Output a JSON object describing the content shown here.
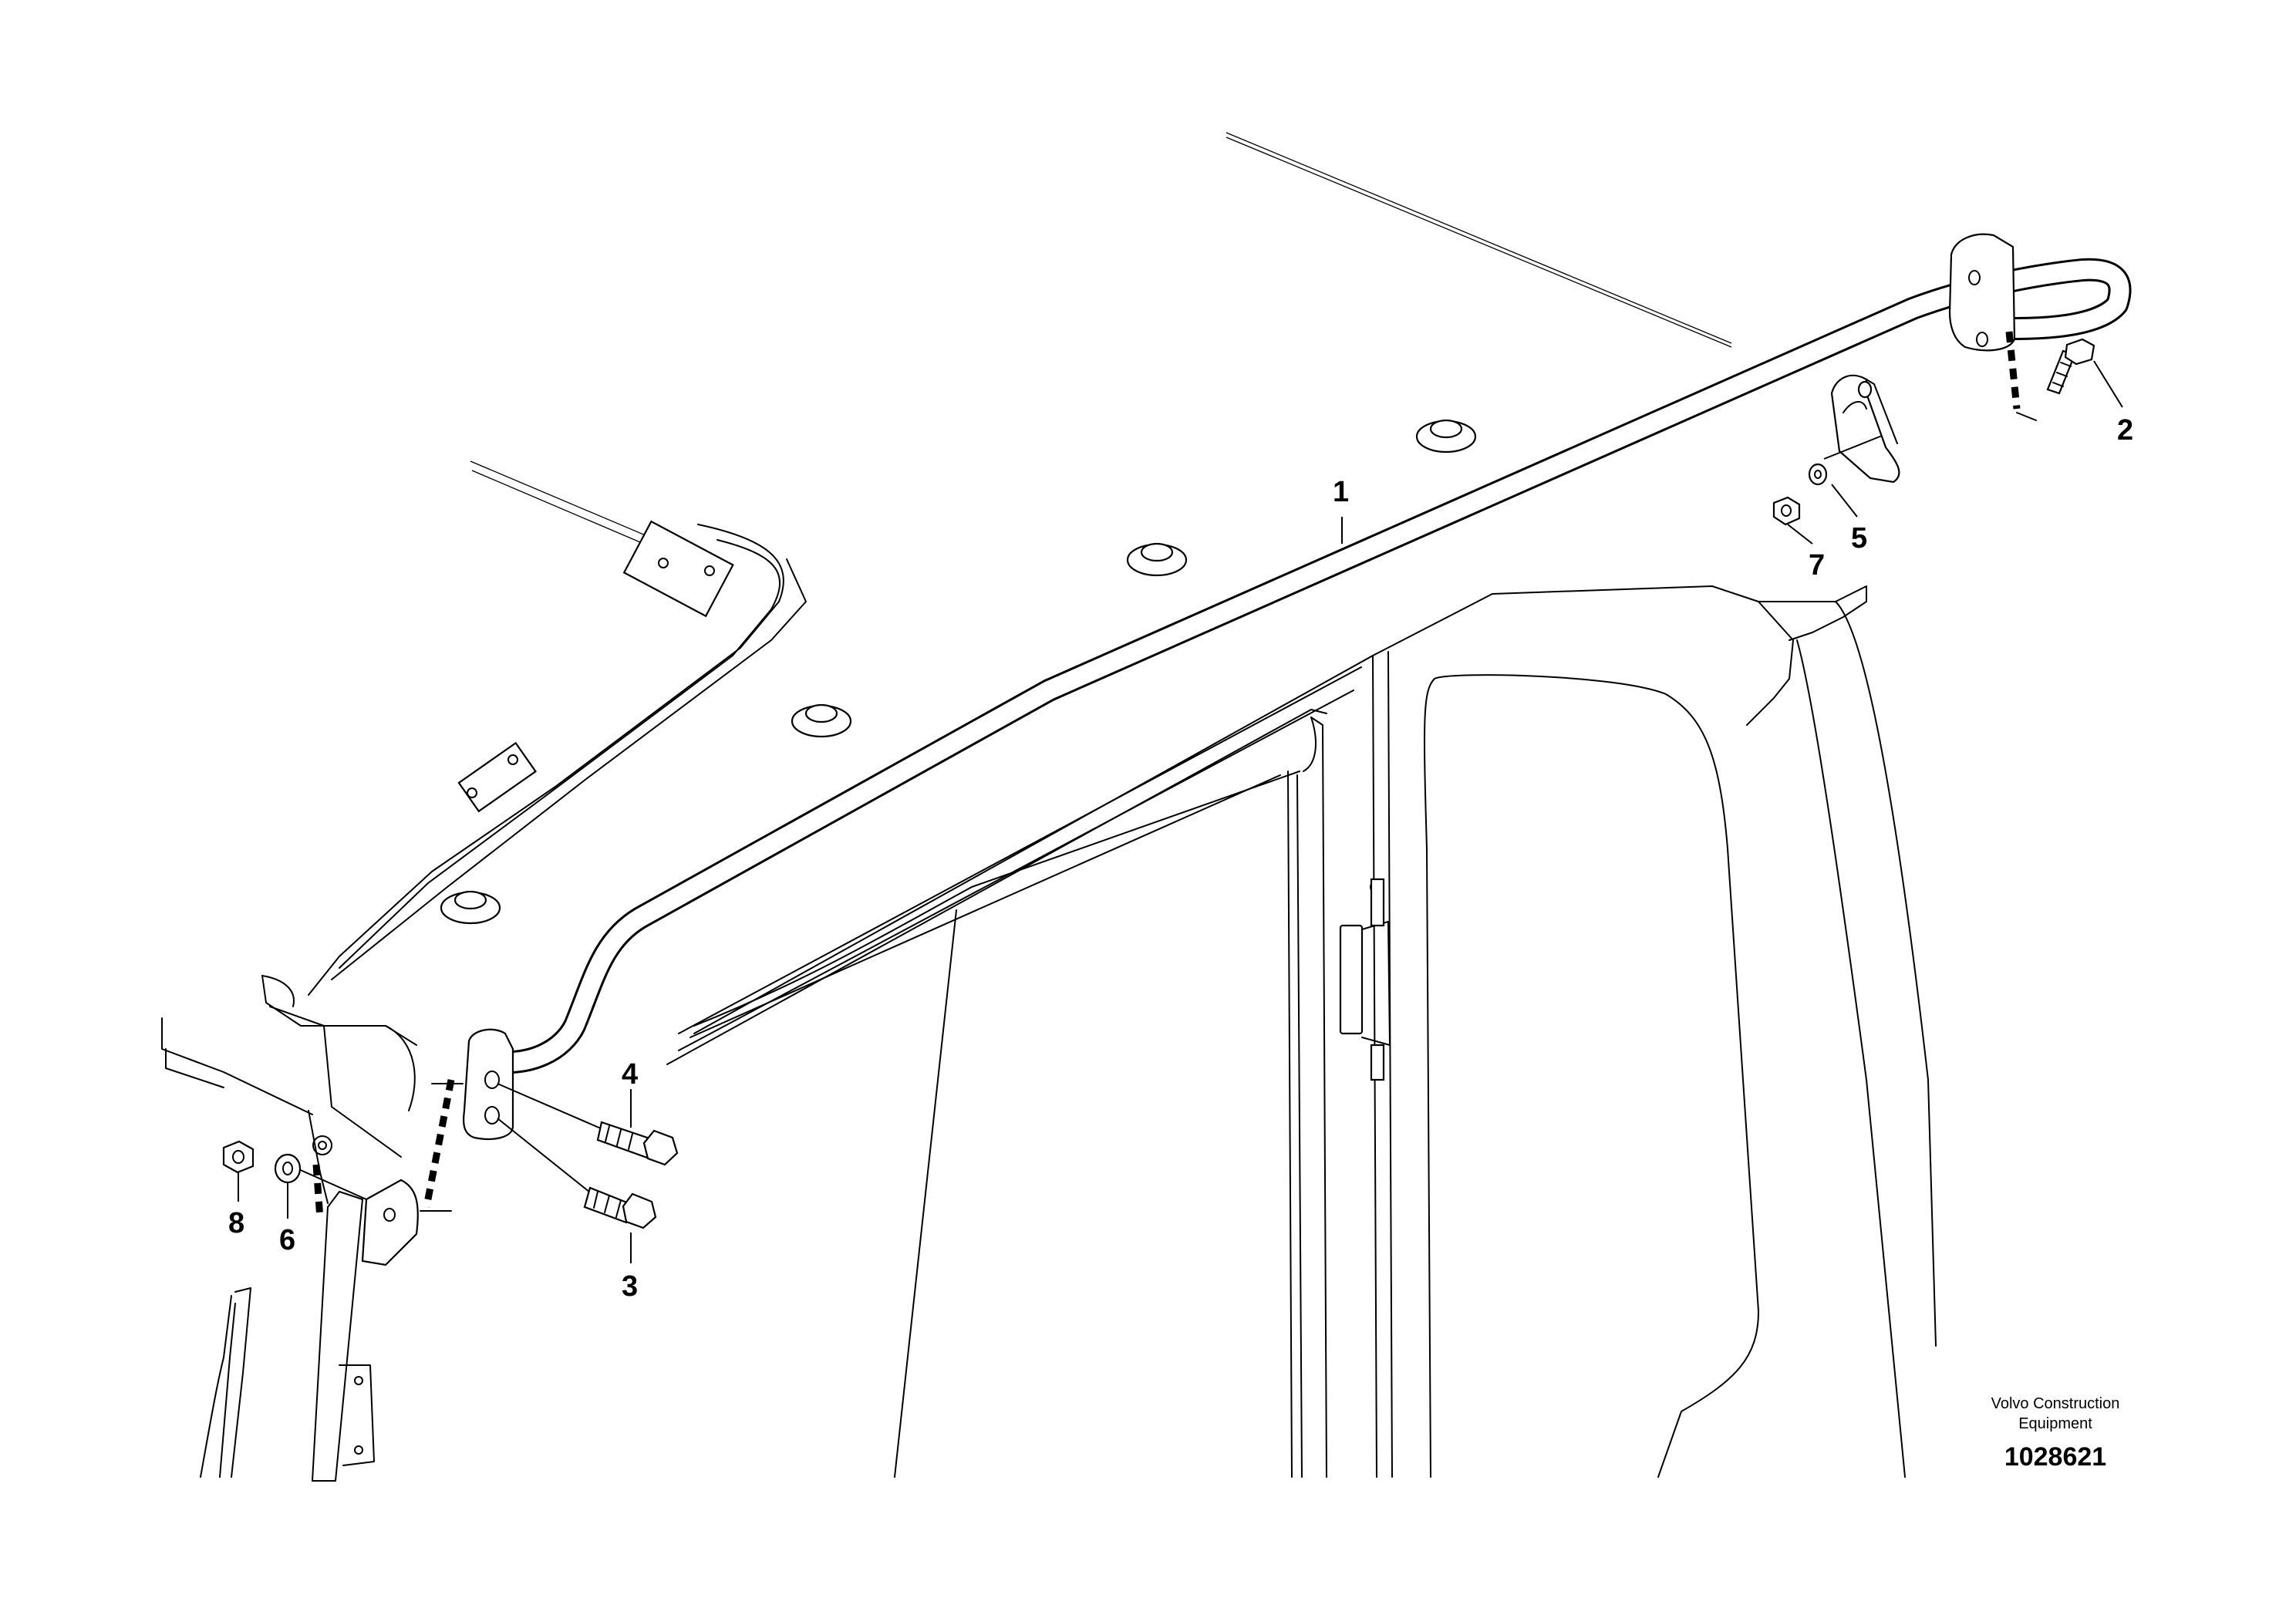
{
  "diagram": {
    "callouts": [
      "1",
      "2",
      "3",
      "4",
      "5",
      "6",
      "7",
      "8"
    ],
    "credit_line1": "Volvo Construction",
    "credit_line2": "Equipment",
    "reference_number": "1028621"
  }
}
